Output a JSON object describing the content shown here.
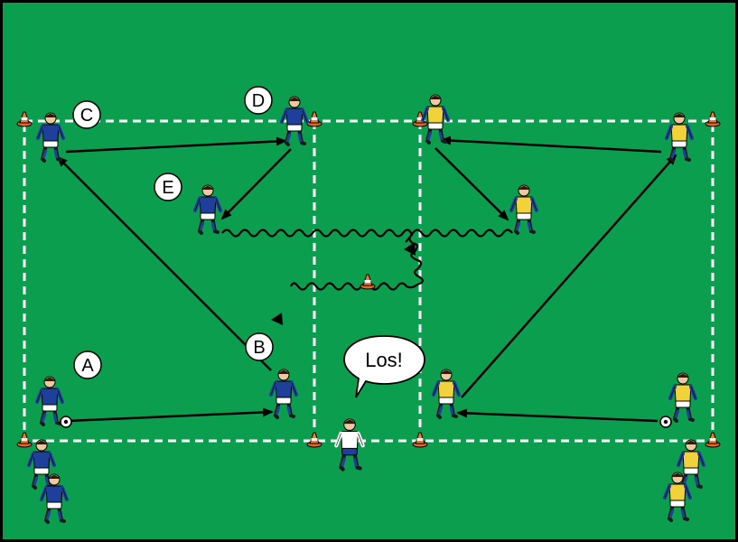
{
  "field": {
    "color": "#0a9e4e",
    "line_color": "#ffffff",
    "arrow_color": "#000000"
  },
  "team_colors": {
    "blue": "#1e3f9a",
    "yellow": "#f2d23a",
    "coach": "#ffffff"
  },
  "labels": {
    "a": "A",
    "b": "B",
    "c": "C",
    "d": "D",
    "e": "E"
  },
  "speech": {
    "text": "Los!"
  },
  "icons": {
    "cone": "cone-icon",
    "ball": "soccer-ball-icon",
    "player": "player-icon",
    "coach": "coach-icon"
  }
}
